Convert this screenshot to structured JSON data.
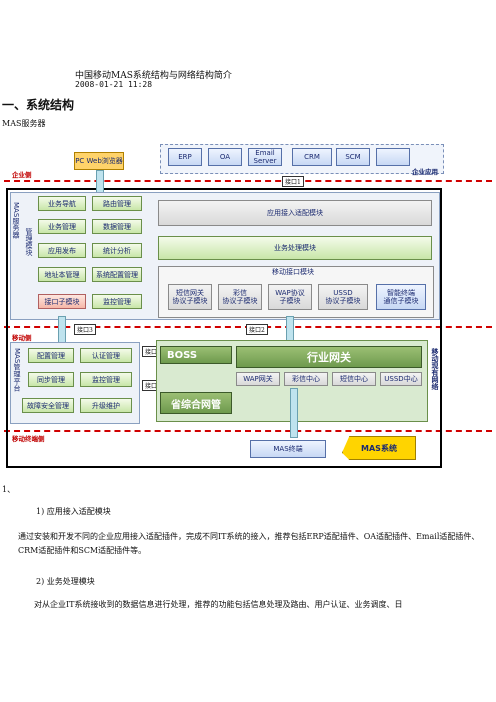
{
  "header": {
    "title": "中国移动MAS系统结构与网络结构简介",
    "datetime": "2008-01-21 11:28"
  },
  "section1": {
    "heading": "一、系统结构",
    "subheading": "MAS服务器"
  },
  "diagram": {
    "pc_browser": "PC Web浏览器",
    "enterprise_apps": [
      "ERP",
      "OA",
      "Email Server",
      "CRM",
      "SCM",
      ""
    ],
    "zone_enterprise": "企业侧",
    "zone_enterprise_app": "企业应用",
    "interface1": "接口1",
    "interface2": "接口2",
    "interface3": "接口3",
    "interface4": "接口4",
    "interface5": "接口5",
    "mas_server_vertical": "MAS服务器",
    "mgmt_vertical": "管理模块",
    "mgmt_modules": [
      "业务导航",
      "路由管理",
      "业务管理",
      "数据管理",
      "应用发布",
      "统计分析",
      "地址本管理",
      "系统配置管理",
      "接口子模块",
      "监控管理"
    ],
    "app_adapter": "应用接入适配模块",
    "service_proc": "业务处理模块",
    "mobile_iface": "移动接口模块",
    "iface_modules": [
      "短信网关\n协议子模块",
      "彩信\n协议子模块",
      "WAP协议\n子模块",
      "USSD\n协议子模块",
      "智能终端\n通信子模块"
    ],
    "zone_mobile": "移动侧",
    "mas_mgmt_vertical": "MAS管理平台",
    "platform_modules": [
      "配置管理",
      "认证管理",
      "同步管理",
      "监控管理",
      "故障安全管理",
      "升级维护"
    ],
    "boss": "BOSS",
    "gateway": "行业网关",
    "gateway_subs": [
      "WAP网关",
      "彩信中心",
      "短信中心",
      "USSD中心"
    ],
    "province_mgmt": "省综合网管",
    "mobile_network_vertical": "移动现有网络",
    "zone_terminal": "移动终端侧",
    "mas_terminal": "MAS终端",
    "mas_system": "MAS系统"
  },
  "body": {
    "item_no": "1、",
    "sub1_title": "1)  应用接入适配模块",
    "sub1_text": "通过安装和开发不同的企业应用接入适配插件，完成不同IT系统的接入，推荐包括ERP适配插件、OA适配插件、Email适配插件、CRM适配插件和SCM适配插件等。",
    "sub2_title": "2)  业务处理模块",
    "sub2_text": "对从企业IT系统接收到的数据信息进行处理，推荐的功能包括信息处理及路由、用户认证、业务调度、日"
  }
}
